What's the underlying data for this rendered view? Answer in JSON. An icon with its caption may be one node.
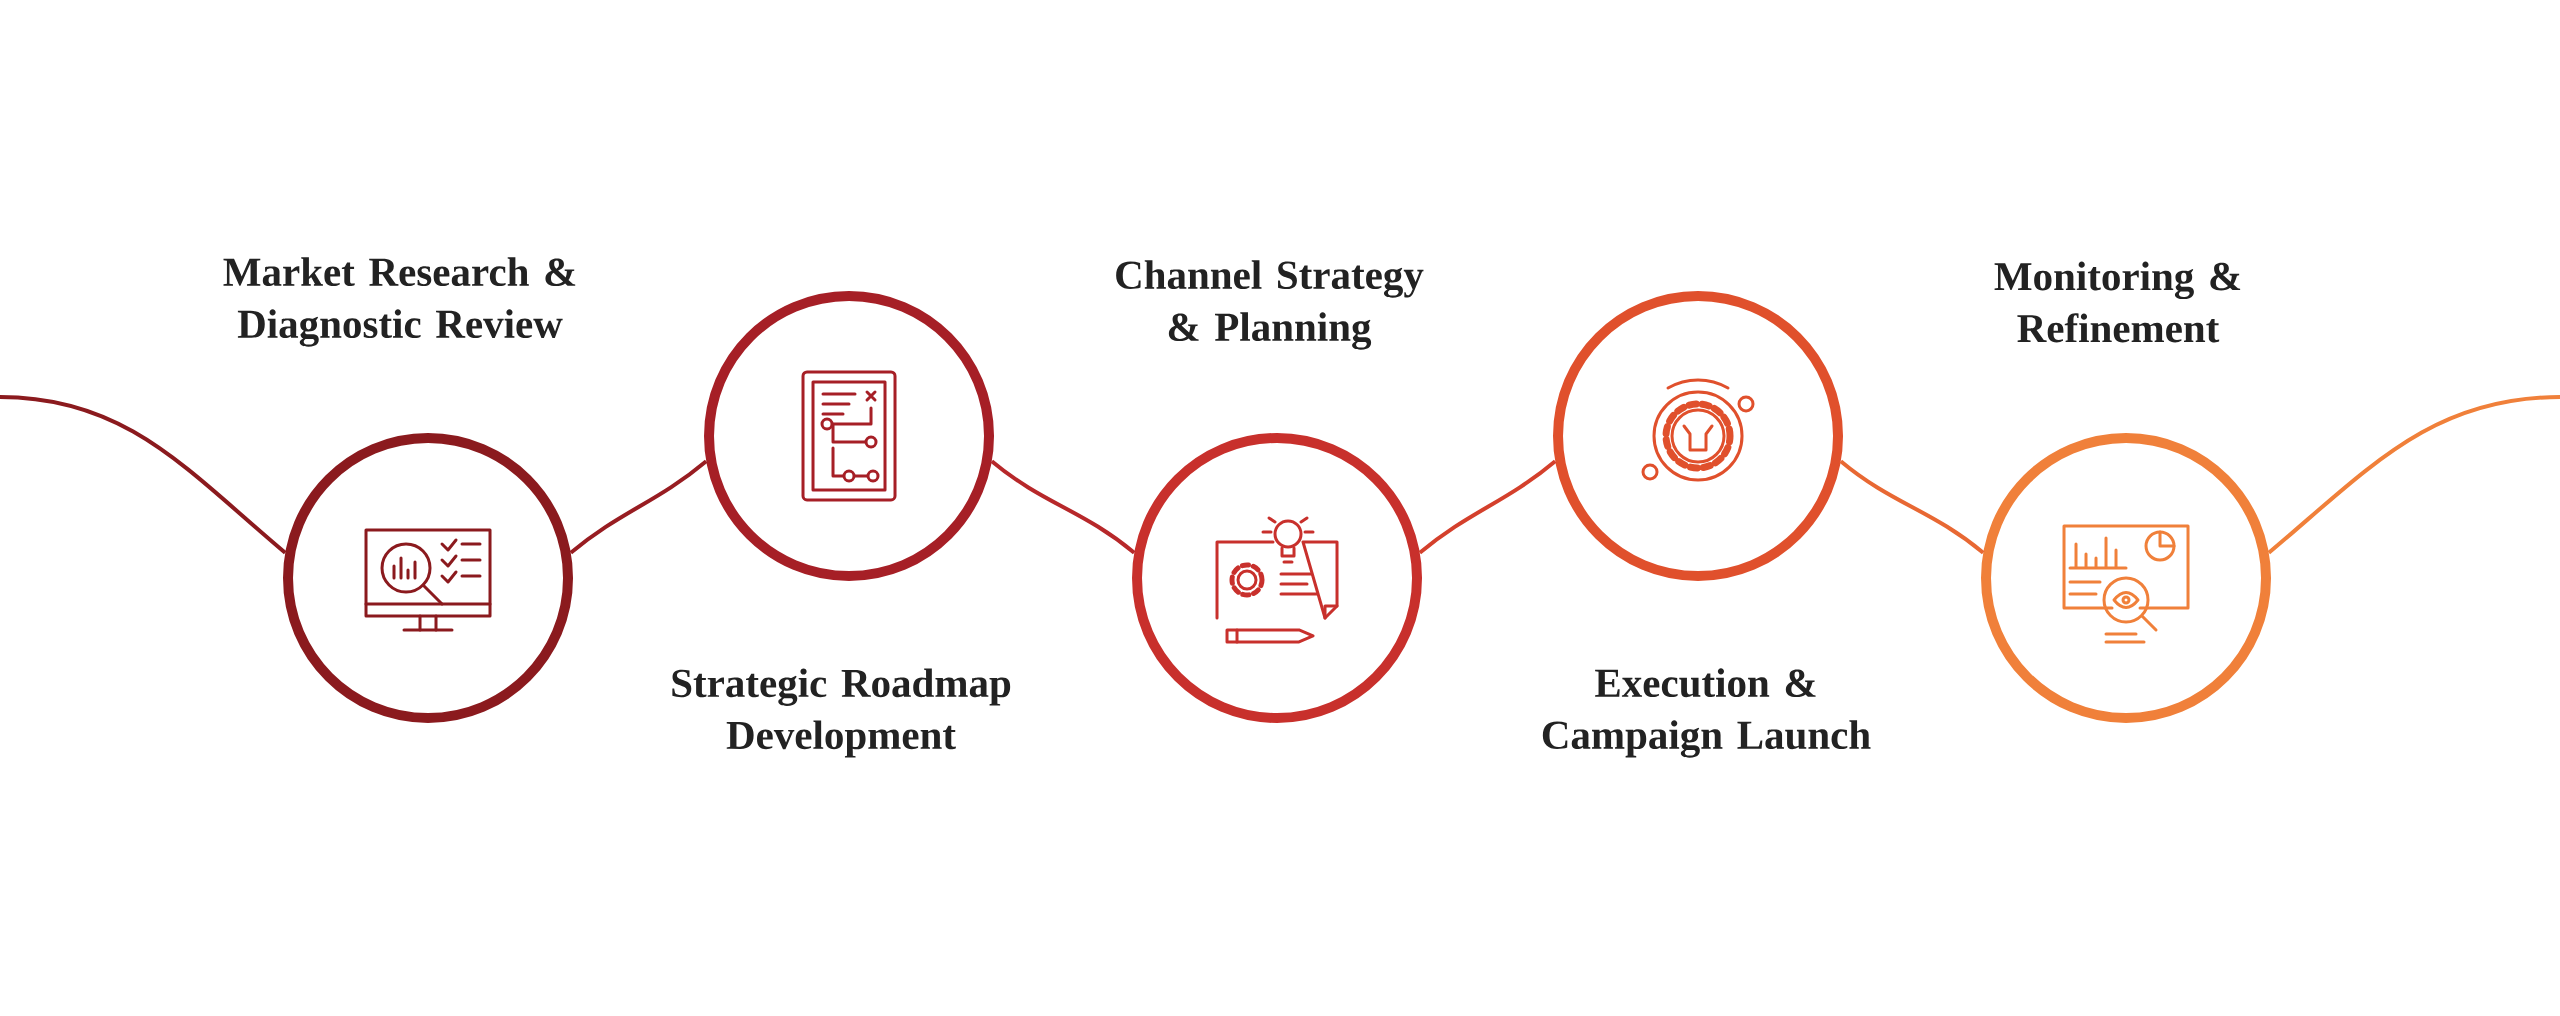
{
  "diagram": {
    "nodes": [
      {
        "text": [
          "Market Research & Diagnostic Review"
        ]
      },
      {
        "text": [
          "Strategic Roadmap Development"
        ]
      },
      {
        "text": [
          "Channel Strategy & Planning"
        ]
      },
      {
        "text": [
          "Execution & Campaign Launch"
        ]
      },
      {
        "text": [
          "Monitoring & Refinement"
        ]
      }
    ],
    "edges": [
      {
        "from": null,
        "to": 0,
        "arrow": "none",
        "color": "#8b1a1e"
      },
      {
        "from": 0,
        "to": 1,
        "arrow": "none",
        "color": "#981d22"
      },
      {
        "from": 1,
        "to": 2,
        "arrow": "none",
        "color": "#b7282a"
      },
      {
        "from": 2,
        "to": 3,
        "arrow": "none",
        "color": "#d4402c"
      },
      {
        "from": 3,
        "to": 4,
        "arrow": "none",
        "color": "#e86833"
      },
      {
        "from": 4,
        "to": null,
        "arrow": "none",
        "color": "#f0803a"
      }
    ]
  }
}
